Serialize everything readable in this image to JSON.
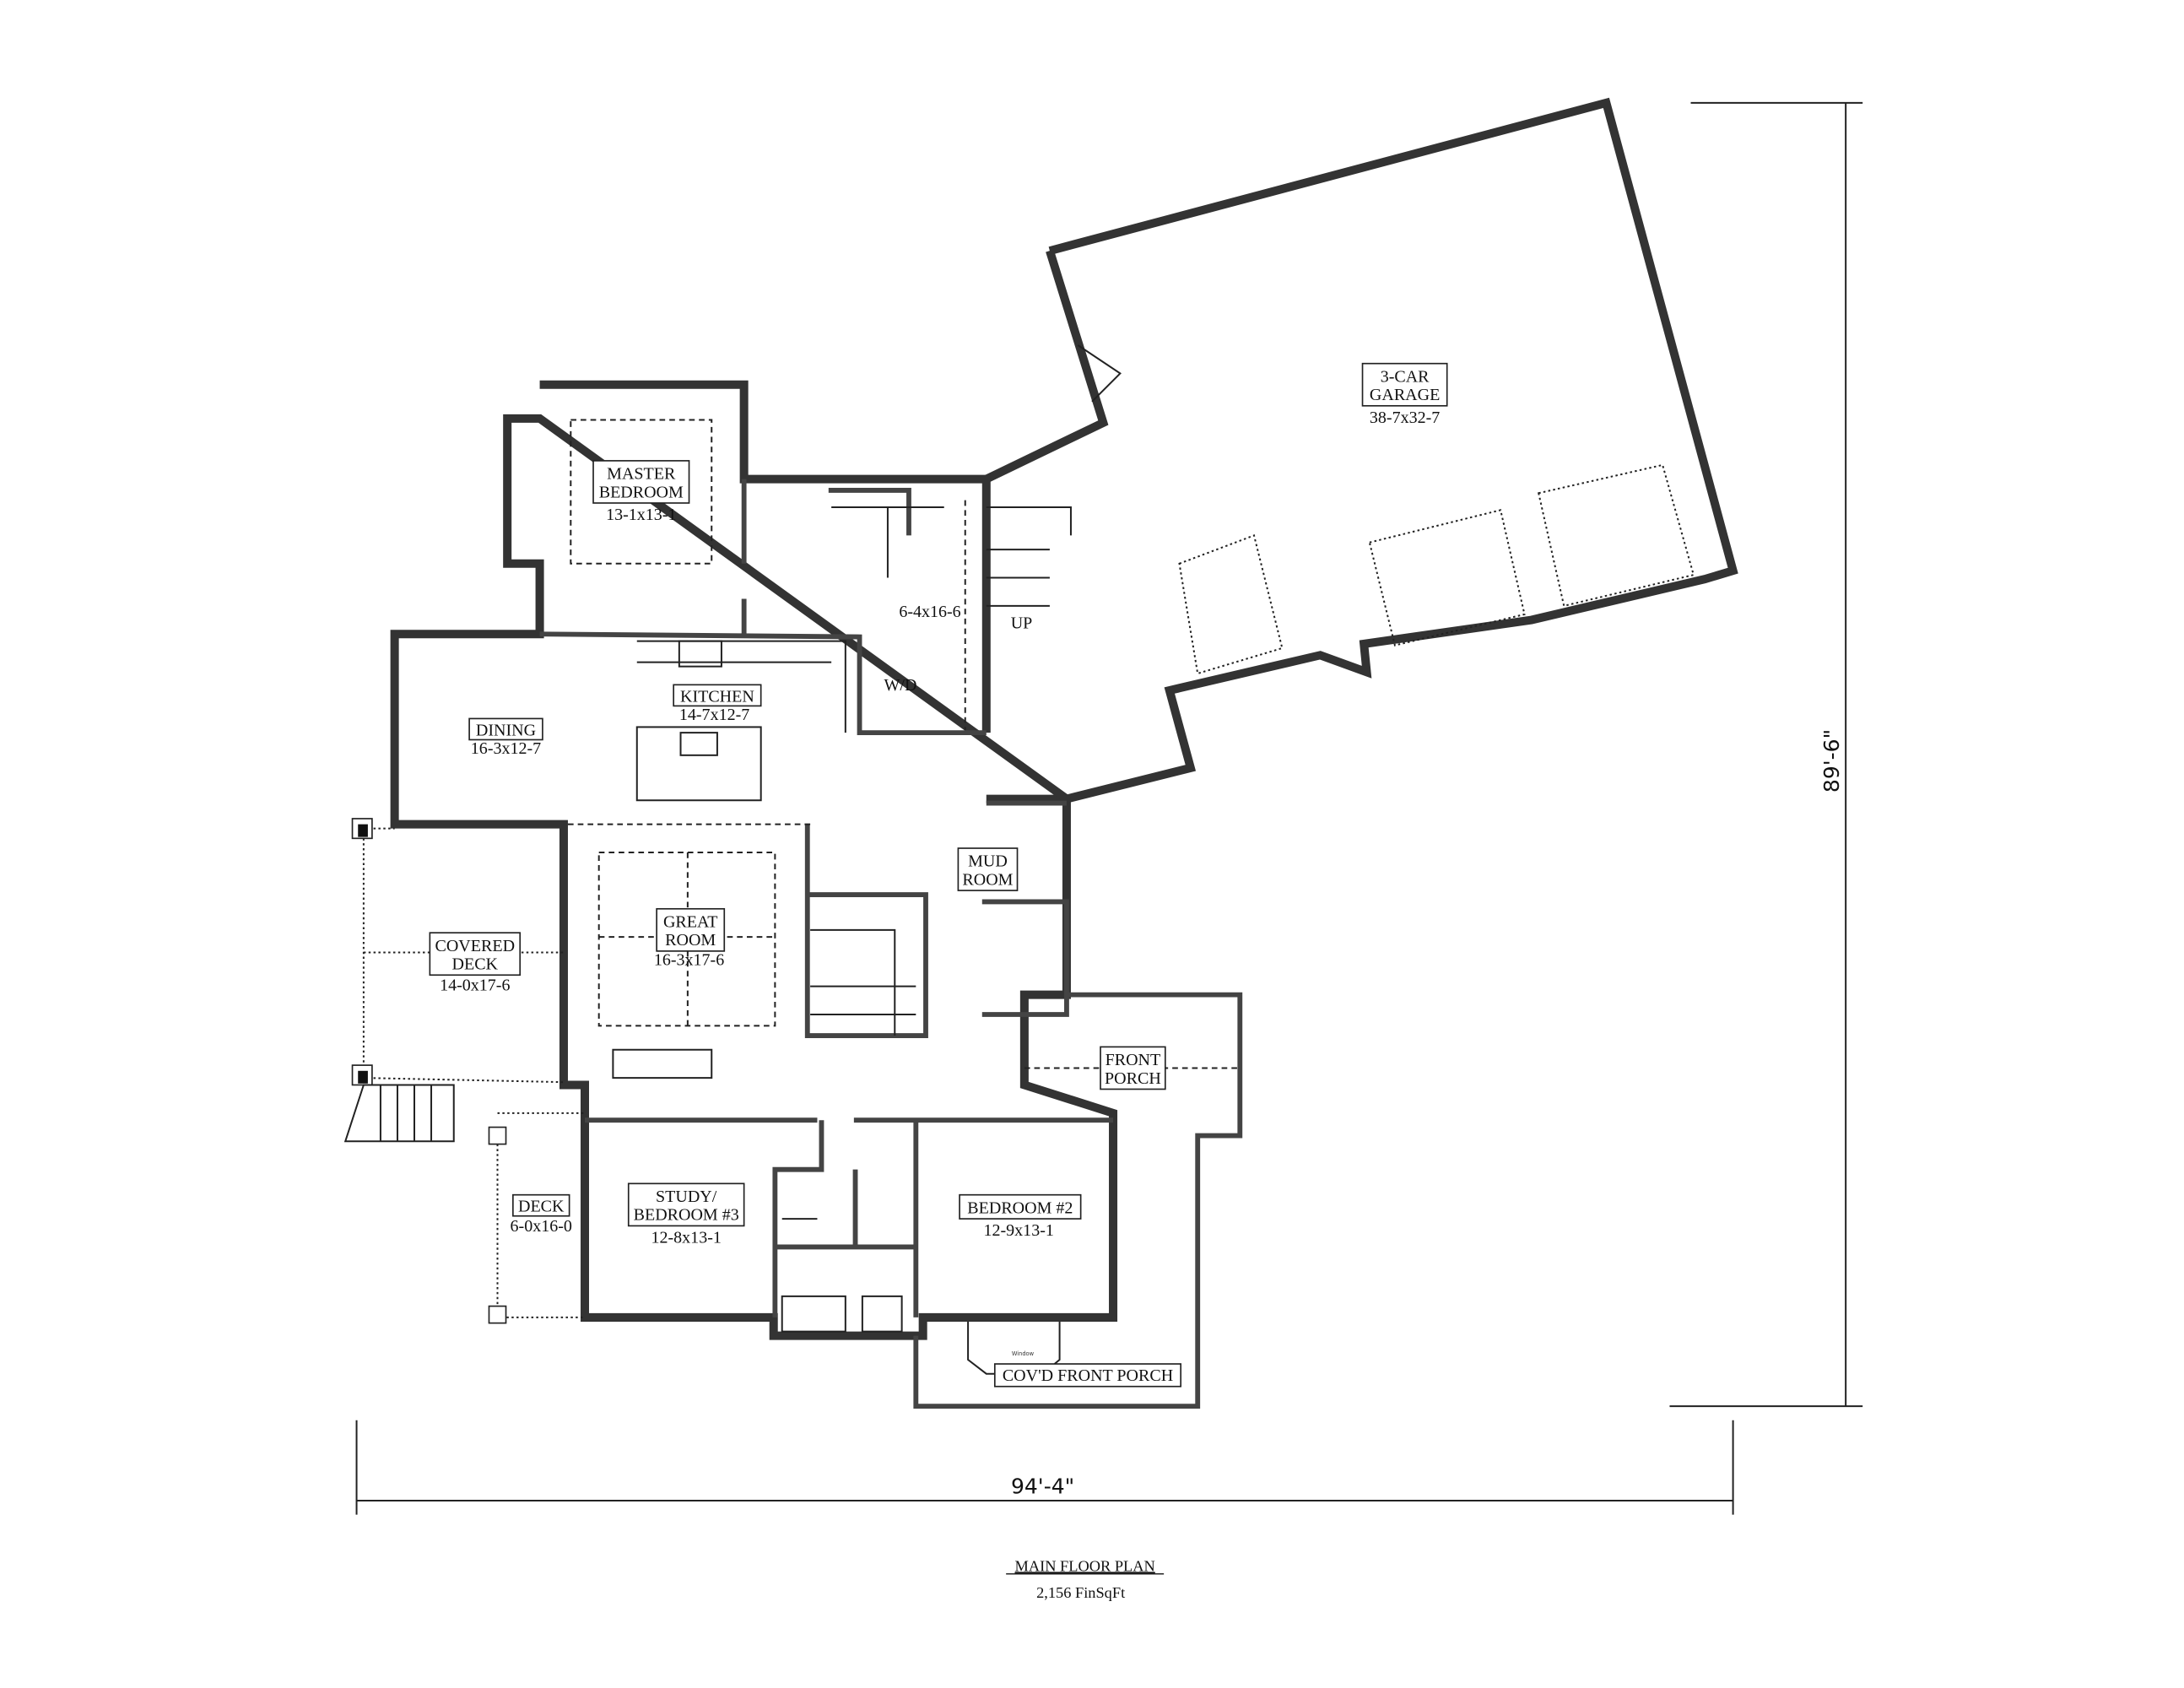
{
  "plan": {
    "title": "MAIN FLOOR PLAN",
    "area": "2,156 FinSqFt",
    "width_dimension": "94'-4\"",
    "depth_dimension": "89'-6\""
  },
  "rooms": {
    "garage": {
      "line1": "3-CAR",
      "line2": "GARAGE",
      "dims": "38-7x32-7"
    },
    "master": {
      "line1": "MASTER",
      "line2": "BEDROOM",
      "dims": "13-1x13-1"
    },
    "closet": {
      "dims": "6-4x16-6"
    },
    "up": "UP",
    "kitchen": {
      "line1": "KITCHEN",
      "dims": "14-7x12-7"
    },
    "wd": "W/D",
    "dining": {
      "line1": "DINING",
      "dims": "16-3x12-7"
    },
    "mud": {
      "line1": "MUD",
      "line2": "ROOM"
    },
    "great": {
      "line1": "GREAT",
      "line2": "ROOM",
      "dims": "16-3x17-6"
    },
    "covered_deck": {
      "line1": "COVERED",
      "line2": "DECK",
      "dims": "14-0x17-6"
    },
    "front_porch": {
      "line1": "FRONT",
      "line2": "PORCH"
    },
    "deck": {
      "line1": "DECK",
      "dims": "6-0x16-0"
    },
    "study": {
      "line1": "STUDY/",
      "line2": "BEDROOM #3",
      "dims": "12-8x13-1"
    },
    "bedroom2": {
      "line1": "BEDROOM #2",
      "dims": "12-9x13-1"
    },
    "front_porch2": {
      "line1": "COV'D FRONT PORCH"
    },
    "window_note": "Window"
  }
}
